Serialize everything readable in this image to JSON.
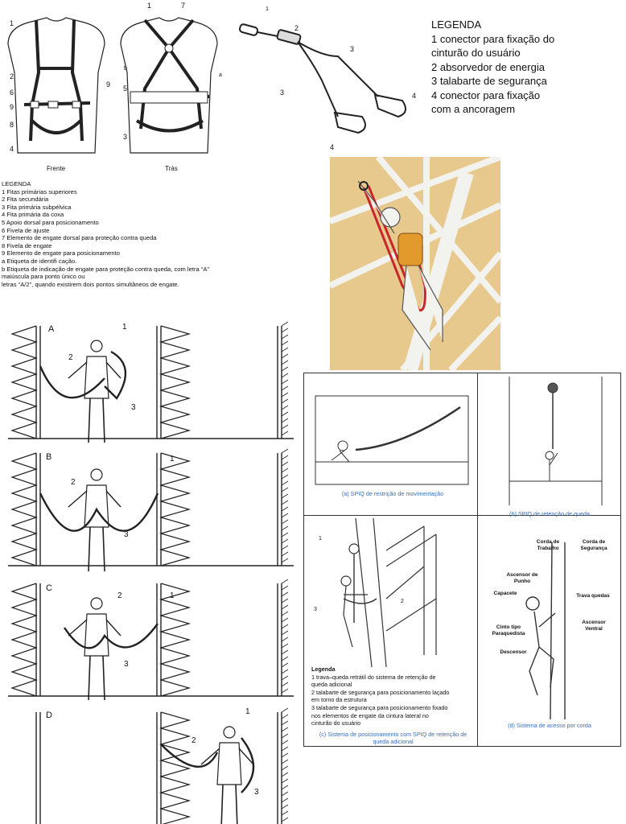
{
  "harness": {
    "front_caption": "Frente",
    "back_caption": "Trás",
    "front_numbers": [
      "1",
      "2",
      "6",
      "9",
      "8",
      "4",
      "9"
    ],
    "back_numbers": [
      "1",
      "7",
      "5",
      "3",
      "b",
      "a"
    ]
  },
  "lanyard": {
    "numbers": [
      "1",
      "2",
      "3",
      "3",
      "4",
      "4"
    ],
    "legend": {
      "title": "LEGENDA",
      "items": [
        "1 conector para fixação do",
        "cinturão do usuário",
        "2 absorvedor de energia",
        "3 talabarte de segurança",
        "4 conector para fixação",
        "com a ancoragem"
      ]
    }
  },
  "harness_legend": {
    "title": "LEGENDA",
    "items": [
      "1 Fitas primárias superiores",
      "2 Fita secundária",
      "3 Fita primária subpélvica",
      "4 Fita primária da coxa",
      "5 Apoio dorsal para posicionamento",
      "6 Fivela de ajuste",
      "7 Elemento de engate dorsal para proteção contra queda",
      "8 Fivela de engate",
      "9 Elemento de engate para posicionamento",
      "a Etiqueta de identifi cação.",
      "b Etiqueta de indicação de engate para proteção contra queda, com letra “A”",
      "maiúscula para ponto único ou",
      "letras “A/2”, quando existirem dois pontos simultâneos de engate."
    ]
  },
  "panels": [
    {
      "letter": "A",
      "numbers": [
        "1",
        "2",
        "3"
      ]
    },
    {
      "letter": "B",
      "numbers": [
        "2",
        "1",
        "3"
      ]
    },
    {
      "letter": "C",
      "numbers": [
        "2",
        "1",
        "3"
      ]
    },
    {
      "letter": "D",
      "numbers": [
        "1",
        "2",
        "3"
      ]
    }
  ],
  "spiq": {
    "caption_a": "(a) SPIQ de restrição de movimentação",
    "caption_b": "(b) SPIQ de retenção de queda",
    "caption_c_line1": "(c) Sistema de posicionamento  com SPIQ de retenção de",
    "caption_c_line2": "queda adicional",
    "caption_d": "(d) Sistema de acesso por corda",
    "c_numbers": [
      "1",
      "3",
      "2"
    ],
    "c_legend": {
      "title": "Legenda",
      "items": [
        "1 trava–queda retrátil do sistema de retenção de",
        "queda adicional",
        "2 talabarte de segurança para posicionamento laçado",
        "em torno da estrutura",
        "3 talabarte de segurança para posicionamento fixado",
        "nos elementos de engate da cintura lateral no",
        "cinturão do usuário"
      ]
    },
    "d_labels": {
      "corda_trabalho": "Corda de Trabalho",
      "corda_seguranca": "Corda de Segurança",
      "ascensor_punho": "Ascensor de Punho",
      "capacete": "Capacete",
      "trava_quedas": "Trava quedas",
      "ascensor_ventral": "Ascensor Ventral",
      "cinto_paraquedista": "Cinto tipo Paraquedista",
      "descensor": "Descensor"
    }
  },
  "colors": {
    "tower_bg": "#e7c98d",
    "tower_beam": "#f2f2ef",
    "strap_red": "#c8262b",
    "harness_orange": "#e39a2d",
    "caption_blue": "#3b6fb6"
  }
}
